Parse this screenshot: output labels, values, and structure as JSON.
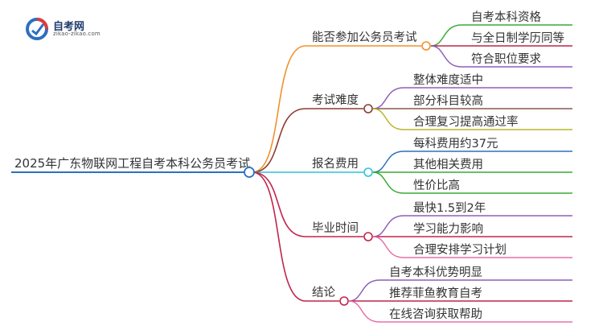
{
  "logo": {
    "title": "自考网",
    "url": "zikao-zikao.com"
  },
  "mindmap": {
    "root": "2025年广东物联网工程自考本科公务员考试",
    "branches": [
      {
        "label": "能否参加公务员考试",
        "color": "#f0922b",
        "children": [
          {
            "label": "自考本科资格",
            "color": "#3aaa35"
          },
          {
            "label": "与全日制学历同等",
            "color": "#c0254a"
          },
          {
            "label": "符合职位要求",
            "color": "#8e5fb8"
          }
        ]
      },
      {
        "label": "考试难度",
        "color": "#8c3b2f",
        "children": [
          {
            "label": "整体难度适中",
            "color": "#8e5fb8"
          },
          {
            "label": "部分科目较高",
            "color": "#8c5a4a"
          },
          {
            "label": "合理复习提高通过率",
            "color": "#b8b62a"
          }
        ]
      },
      {
        "label": "报名费用",
        "color": "#2fc2dc",
        "children": [
          {
            "label": "每科费用约37元",
            "color": "#2d6fc0"
          },
          {
            "label": "其他相关费用",
            "color": "#3aaa35"
          },
          {
            "label": "性价比高",
            "color": "#3aaa35"
          }
        ]
      },
      {
        "label": "毕业时间",
        "color": "#c0254a",
        "children": [
          {
            "label": "最快1.5到2年",
            "color": "#8e5fb8"
          },
          {
            "label": "学习能力影响",
            "color": "#c0254a"
          },
          {
            "label": "合理安排学习计划",
            "color": "#e870a8"
          }
        ]
      },
      {
        "label": "结论",
        "color": "#c0254a",
        "children": [
          {
            "label": "自考本科优势明显",
            "color": "#8e5fb8"
          },
          {
            "label": "推荐菲鱼教育自考",
            "color": "#c0254a"
          },
          {
            "label": "在线咨询获取帮助",
            "color": "#e870a8"
          }
        ]
      }
    ]
  }
}
